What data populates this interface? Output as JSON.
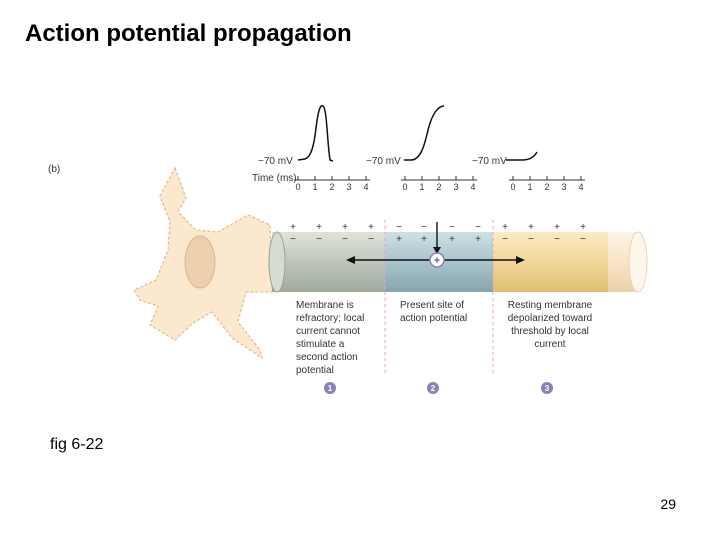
{
  "title": "Action potential propagation",
  "caption": "fig 6-22",
  "page_number": "29",
  "figure": {
    "panel_label": "(b)",
    "time_axis_label": "Time (ms)",
    "resting_voltage_labels": [
      "−70 mV",
      "−70 mV",
      "−70 mV"
    ],
    "time_ticks": [
      "0",
      "1",
      "2",
      "3",
      "4"
    ],
    "region_descriptions": [
      [
        "Membrane is",
        "refractory; local",
        "current cannot",
        "stimulate a",
        "second action",
        "potential"
      ],
      [
        "Present site of",
        "action potential"
      ],
      [
        "Resting membrane",
        "depolarized toward",
        "threshold by local",
        "current"
      ]
    ],
    "region_numbers": [
      "1",
      "2",
      "3"
    ],
    "center_symbol": "+",
    "charges": {
      "region1_top": "+",
      "region1_bottom": "−",
      "region2_top": "−",
      "region2_bottom": "+",
      "region3_top": "+",
      "region3_bottom": "−"
    },
    "colors": {
      "neuron_body": "#fbe8cf",
      "nucleus": "#edd1ae",
      "axon_refractory": "#bfc7bb",
      "axon_active": "#a9c4cc",
      "axon_resting": "#f2d79a",
      "marker": "#8e7fb5",
      "divider": "#e8a0c8"
    }
  }
}
